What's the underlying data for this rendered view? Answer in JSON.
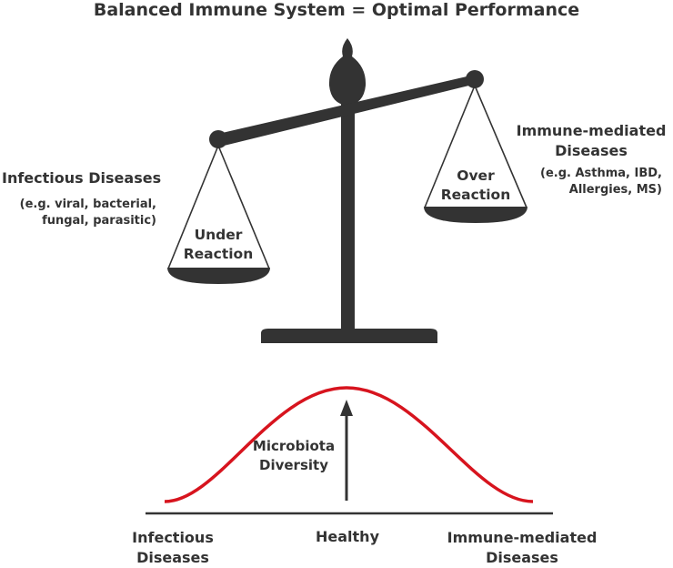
{
  "title": "Balanced Immune System = Optimal Performance",
  "colors": {
    "ink": "#333333",
    "curve": "#d7141e"
  },
  "scale": {
    "left_pan_label_1": "Under",
    "left_pan_label_2": "Reaction",
    "right_pan_label_1": "Over",
    "right_pan_label_2": "Reaction"
  },
  "left_side": {
    "heading": "Infectious Diseases",
    "examples_1": "(e.g. viral, bacterial,",
    "examples_2": "fungal, parasitic)"
  },
  "right_side": {
    "heading_1": "Immune-mediated",
    "heading_2": "Diseases",
    "examples_1": "(e.g. Asthma, IBD,",
    "examples_2": "Allergies, MS)"
  },
  "curve": {
    "arrow_label_1": "Microbiota",
    "arrow_label_2": "Diversity",
    "axis_left_1": "Infectious",
    "axis_left_2": "Diseases",
    "axis_middle": "Healthy",
    "axis_right_1": "Immune-mediated",
    "axis_right_2": "Diseases"
  }
}
